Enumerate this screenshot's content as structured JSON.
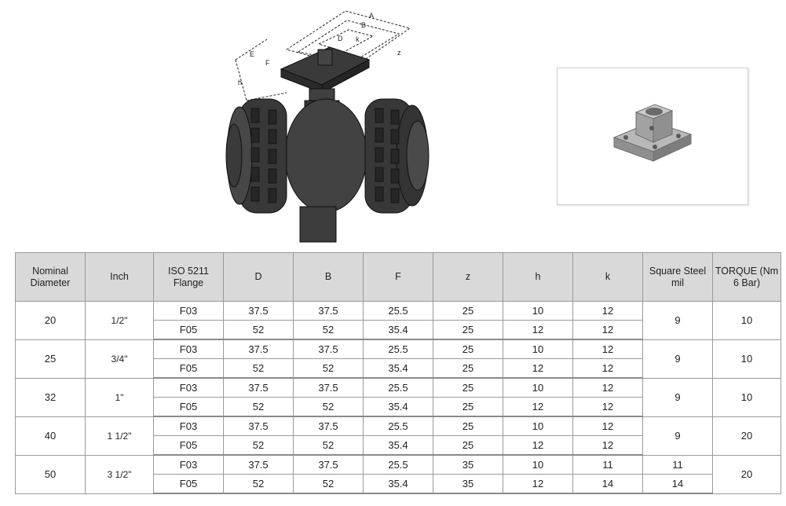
{
  "headers": [
    "Nominal Diameter",
    "Inch",
    "ISO 5211 Flange",
    "D",
    "B",
    "F",
    "z",
    "h",
    "k",
    "Square Steel mil",
    "TORQUE (Nm 6 Bar)"
  ],
  "groups": [
    {
      "diameter": "20",
      "inch": "1/2\"",
      "rows": [
        {
          "flange": "F03",
          "D": "37.5",
          "B": "37.5",
          "F": "25.5",
          "z": "25",
          "h": "10",
          "k": "12"
        },
        {
          "flange": "F05",
          "D": "52",
          "B": "52",
          "F": "35.4",
          "z": "25",
          "h": "12",
          "k": "12"
        }
      ],
      "square": "9",
      "torque": "10"
    },
    {
      "diameter": "25",
      "inch": "3/4\"",
      "rows": [
        {
          "flange": "F03",
          "D": "37.5",
          "B": "37.5",
          "F": "25.5",
          "z": "25",
          "h": "10",
          "k": "12"
        },
        {
          "flange": "F05",
          "D": "52",
          "B": "52",
          "F": "35.4",
          "z": "25",
          "h": "12",
          "k": "12"
        }
      ],
      "square": "9",
      "torque": "10"
    },
    {
      "diameter": "32",
      "inch": "1\"",
      "rows": [
        {
          "flange": "F03",
          "D": "37.5",
          "B": "37.5",
          "F": "25.5",
          "z": "25",
          "h": "10",
          "k": "12"
        },
        {
          "flange": "F05",
          "D": "52",
          "B": "52",
          "F": "35.4",
          "z": "25",
          "h": "12",
          "k": "12"
        }
      ],
      "square": "9",
      "torque": "10"
    },
    {
      "diameter": "40",
      "inch": "1 1/2\"",
      "rows": [
        {
          "flange": "F03",
          "D": "37.5",
          "B": "37.5",
          "F": "25.5",
          "z": "25",
          "h": "10",
          "k": "12"
        },
        {
          "flange": "F05",
          "D": "52",
          "B": "52",
          "F": "35.4",
          "z": "25",
          "h": "12",
          "k": "12"
        }
      ],
      "square": "9",
      "torque": "20"
    },
    {
      "diameter": "50",
      "inch": "3 1/2\"",
      "rows": [
        {
          "flange": "F03",
          "D": "37.5",
          "B": "37.5",
          "F": "25.5",
          "z": "35",
          "h": "10",
          "k": "11",
          "square": "11"
        },
        {
          "flange": "F05",
          "D": "52",
          "B": "52",
          "F": "35.4",
          "z": "35",
          "h": "12",
          "k": "14",
          "square": "14"
        }
      ],
      "torque": "20"
    }
  ],
  "drawing_labels": {
    "a": "A",
    "b": "B",
    "d": "D",
    "h": "h",
    "k": "k",
    "z": "z",
    "f": "F",
    "e": "E"
  },
  "icons": {
    "valve": "ball-valve-drawing-icon",
    "adapter": "square-flange-adapter-icon"
  },
  "colors": {
    "header_bg": "#d9d9d9",
    "valve_body": "#3e3e3e",
    "grid": "#9a9a9a"
  }
}
